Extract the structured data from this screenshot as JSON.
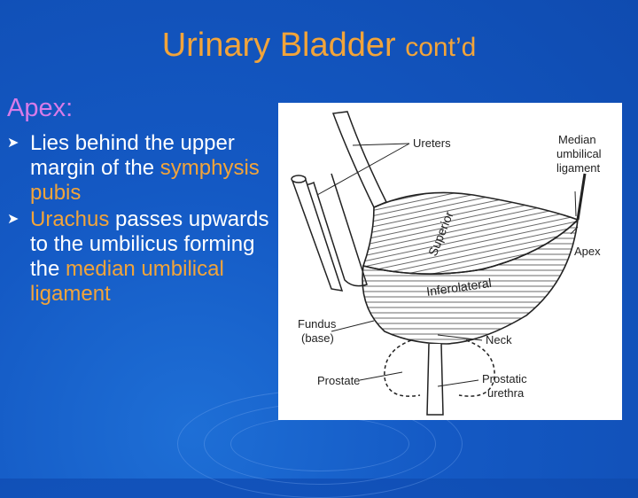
{
  "slide": {
    "title_main": "Urinary Bladder",
    "title_suffix": "cont’d",
    "heading": "Apex:",
    "bullet1_text": "Lies behind the upper margin of the",
    "bullet1_highlight": "symphysis pubis",
    "bullet2_highlight": "Urachus",
    "bullet2_text": "passes upwards to the umbilicus forming the",
    "bullet2_highlight2": "median umbilical ligament"
  },
  "diagram": {
    "labels": {
      "ureters": "Ureters",
      "median_line1": "Median",
      "median_line2": "umbilical",
      "median_line3": "ligament",
      "superior": "Superior",
      "inferolateral": "Inferolateral",
      "apex": "Apex",
      "fundus_line1": "Fundus",
      "fundus_line2": "(base)",
      "neck": "Neck",
      "prostate": "Prostate",
      "prostatic_line1": "Prostatic",
      "prostatic_line2": "urethra"
    }
  },
  "colors": {
    "background": "#1459c4",
    "title": "#f2a43a",
    "heading": "#d77be8",
    "text": "#ffffff",
    "highlight": "#f2a43a"
  }
}
